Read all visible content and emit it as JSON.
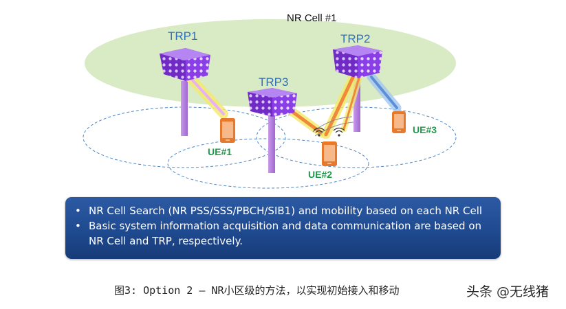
{
  "diagram": {
    "cell_label": "NR Cell #1",
    "trps": [
      {
        "label": "TRP1"
      },
      {
        "label": "TRP2"
      },
      {
        "label": "TRP3"
      }
    ],
    "ues": [
      {
        "label": "UE#1"
      },
      {
        "label": "UE#2"
      },
      {
        "label": "UE#3"
      }
    ],
    "colors": {
      "cell_fill": "#d8ebc4",
      "trp_body": "#8a3fe6",
      "pole": "#b07ad9",
      "trp_label": "#2f6fb5",
      "ue_phone": "#e8782a",
      "ue_label": "#1f9a4a",
      "beam_orange": "#f08a3a",
      "beam_yellow": "#f4ea70",
      "beam_blue": "#5b8fd6",
      "coverage_dash": "#4a86c8"
    }
  },
  "info_box": {
    "bullets": [
      "NR Cell Search (NR PSS/SSS/PBCH/SIB1) and mobility based on each NR Cell",
      "Basic system information acquisition and data communication are based on NR Cell and TRP, respectively."
    ]
  },
  "caption": "图3:  Option 2  –  NR小区级的方法，以实现初始接入和移动",
  "watermark": "头条 @无线猪"
}
